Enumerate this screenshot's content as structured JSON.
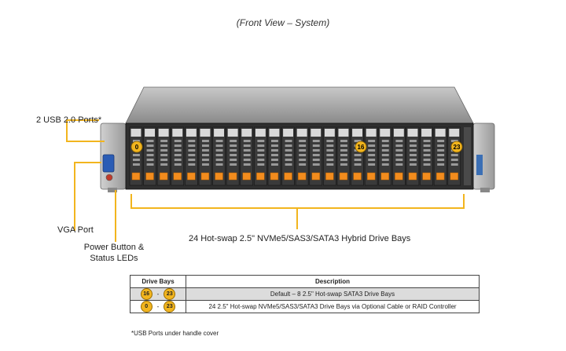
{
  "title": "(Front View – System)",
  "labels": {
    "usb": "2 USB 2.0 Ports*",
    "vga": "VGA Port",
    "power_line1": "Power Button &",
    "power_line2": "Status LEDs",
    "drive_bays": "24 Hot-swap 2.5\" NVMe5/SAS3/SATA3  Hybrid Drive Bays"
  },
  "bay_markers": {
    "first": "0",
    "middle": "16",
    "last": "23"
  },
  "table": {
    "headers": [
      "Drive Bays",
      "Description"
    ],
    "rows": [
      {
        "from": "16",
        "dash": "-",
        "to": "23",
        "description": "Default – 8 2.5\" Hot-swap SATA3  Drive Bays"
      },
      {
        "from": "0",
        "dash": "-",
        "to": "23",
        "description": "24 2.5\" Hot-swap NVMe5/SAS3/SATA3   Drive Bays via Optional Cable or RAID Controller"
      }
    ]
  },
  "footnote": "*USB  Ports under handle cover",
  "colors": {
    "accent": "#f2b51e",
    "chassis": "#3a3a3a",
    "tray_tab": "#f28c1e"
  }
}
